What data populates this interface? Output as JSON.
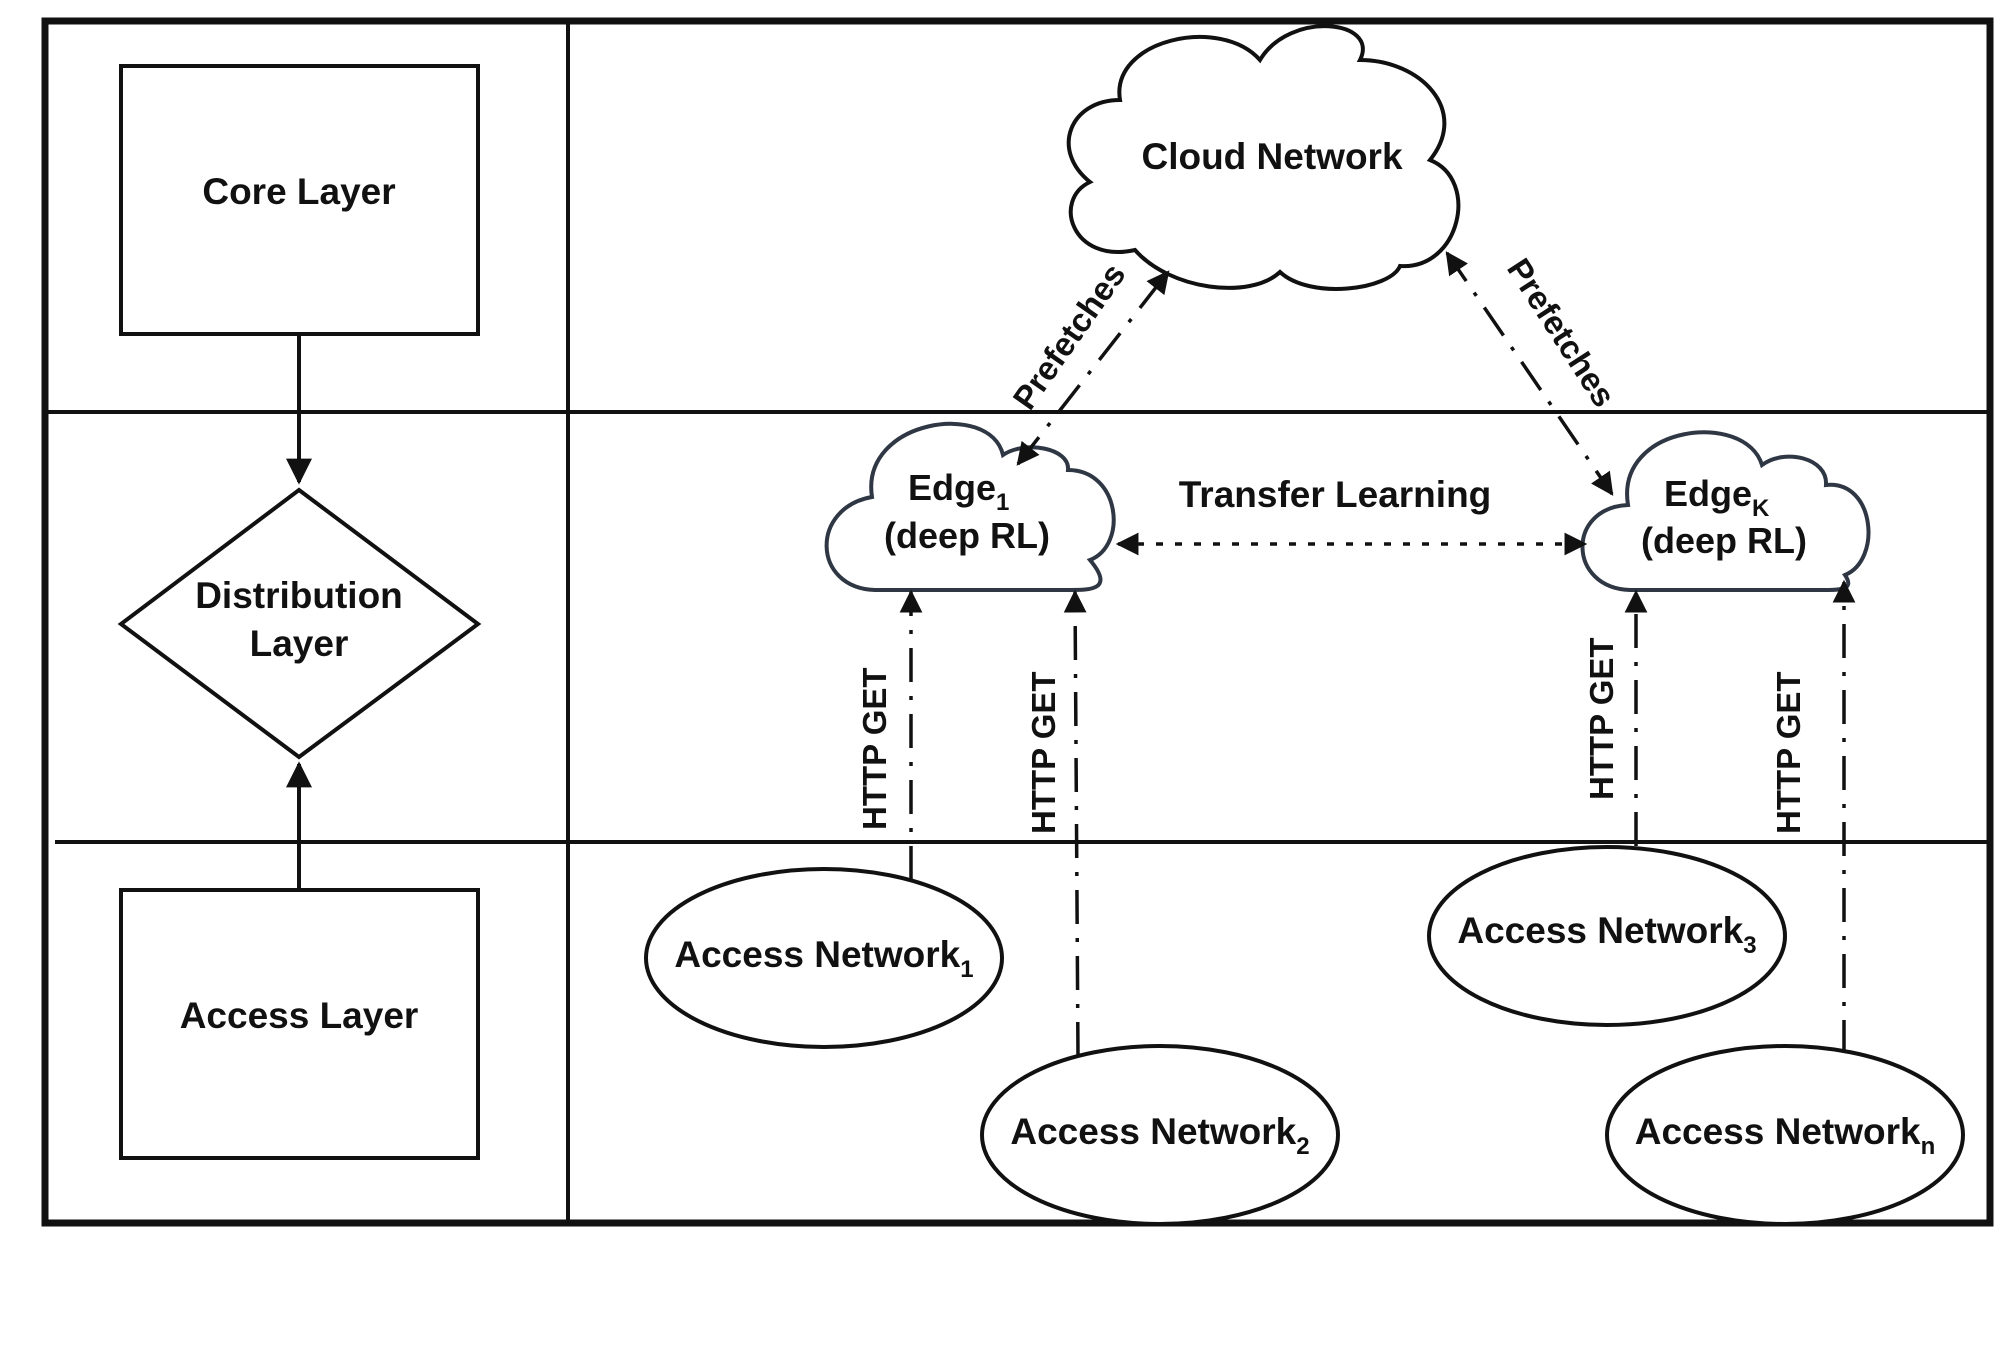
{
  "layers": {
    "core": "Core Layer",
    "distribution_line1": "Distribution",
    "distribution_line2": "Layer",
    "access": "Access Layer"
  },
  "cloud": {
    "label": "Cloud Network"
  },
  "edge1": {
    "base": "Edge",
    "sub": "1",
    "line2": "(deep RL)"
  },
  "edgeK": {
    "base": "Edge",
    "sub": "K",
    "line2": "(deep RL)"
  },
  "links": {
    "prefetch_left": "Prefetches",
    "prefetch_right": "Prefetches",
    "transfer": "Transfer Learning",
    "http": [
      "HTTP GET",
      "HTTP GET",
      "HTTP GET",
      "HTTP GET"
    ]
  },
  "access_networks": [
    {
      "base": "Access Network",
      "sub": "1"
    },
    {
      "base": "Access Network",
      "sub": "2"
    },
    {
      "base": "Access Network",
      "sub": "3"
    },
    {
      "base": "Access Network",
      "sub": "n"
    }
  ]
}
